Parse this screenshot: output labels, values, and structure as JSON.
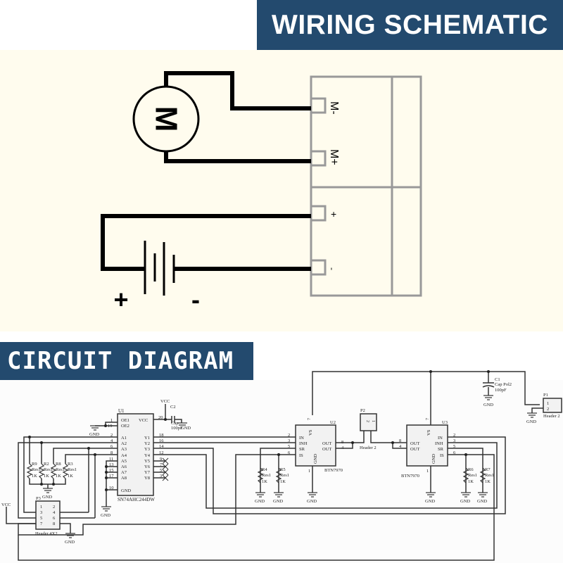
{
  "headers": {
    "wiring_title": "WIRING SCHEMATIC",
    "circuit_title": "CIRCUIT DIAGRAM"
  },
  "colors": {
    "banner": "#234a6e",
    "wiring_bg": "#fffcee",
    "wire": "#000000",
    "module_outline": "#999999"
  },
  "wiring": {
    "motor_label": "M",
    "terminals": [
      "M-",
      "M+",
      "+",
      "-"
    ],
    "battery_plus": "+",
    "battery_minus": "-"
  },
  "circuit": {
    "u1": {
      "ref": "U1",
      "part": "SN74AHC244DW",
      "left_pins": [
        {
          "num": "1",
          "name": "OE1"
        },
        {
          "num": "19",
          "name": "OE2"
        },
        {
          "num": "2",
          "name": "A1"
        },
        {
          "num": "4",
          "name": "A2"
        },
        {
          "num": "6",
          "name": "A3"
        },
        {
          "num": "8",
          "name": "A4"
        },
        {
          "num": "11",
          "name": "A5"
        },
        {
          "num": "13",
          "name": "A6"
        },
        {
          "num": "15",
          "name": "A7"
        },
        {
          "num": "17",
          "name": "A8"
        },
        {
          "num": "10",
          "name": "GND"
        }
      ],
      "right_pins": [
        {
          "num": "20",
          "name": "VCC"
        },
        {
          "num": "18",
          "name": "Y1"
        },
        {
          "num": "16",
          "name": "Y2"
        },
        {
          "num": "14",
          "name": "Y3"
        },
        {
          "num": "12",
          "name": "Y4"
        },
        {
          "num": "9",
          "name": "Y5"
        },
        {
          "num": "7",
          "name": "Y6"
        },
        {
          "num": "5",
          "name": "Y7"
        },
        {
          "num": "3",
          "name": "Y8"
        }
      ]
    },
    "c2": {
      "ref": "C2",
      "type": "Cap",
      "value": "100pF"
    },
    "c1": {
      "ref": "C1",
      "type": "Cap Pol2",
      "value": "100pF"
    },
    "resistors_left": [
      {
        "ref": "R9",
        "type": "Res1",
        "value": "1K"
      },
      {
        "ref": "R2",
        "type": "Res1",
        "value": "1K"
      },
      {
        "ref": "R8",
        "type": "Res1",
        "value": "1K"
      },
      {
        "ref": "R3",
        "type": "Res1",
        "value": "1K"
      }
    ],
    "u2": {
      "ref": "U2",
      "part": "BTN7970",
      "left_pins": [
        {
          "num": "2",
          "name": "IN"
        },
        {
          "num": "3",
          "name": "INH"
        },
        {
          "num": "5",
          "name": "SR"
        },
        {
          "num": "6",
          "name": "IS"
        }
      ],
      "out_pins": [
        {
          "num": "8",
          "name": "OUT"
        },
        {
          "num": "4",
          "name": "OUT"
        }
      ],
      "vs": {
        "num": "7",
        "name": "VS"
      },
      "gnd": {
        "num": "1",
        "name": "GND"
      },
      "resistors": [
        {
          "ref": "R4",
          "type": "Res1",
          "value": "1K"
        },
        {
          "ref": "R5",
          "type": "Res1",
          "value": "1K"
        }
      ]
    },
    "u3": {
      "ref": "U3",
      "part": "BTN7970",
      "right_pins": [
        {
          "num": "2",
          "name": "IN"
        },
        {
          "num": "3",
          "name": "INH"
        },
        {
          "num": "5",
          "name": "SR"
        },
        {
          "num": "6",
          "name": "IS"
        }
      ],
      "out_pins": [
        {
          "num": "8",
          "name": "OUT"
        },
        {
          "num": "4",
          "name": "OUT"
        }
      ],
      "vs": {
        "num": "7",
        "name": "VS"
      },
      "gnd": {
        "num": "1",
        "name": "GND"
      },
      "resistors": [
        {
          "ref": "R6",
          "type": "Res1",
          "value": "1K"
        },
        {
          "ref": "R7",
          "type": "Res1",
          "value": "1K"
        }
      ]
    },
    "p1": {
      "ref": "P1",
      "part": "Header 2",
      "pins": [
        "1",
        "2"
      ]
    },
    "p2": {
      "ref": "P2",
      "part": "Header 2",
      "pins": [
        "2",
        "1"
      ]
    },
    "p3": {
      "ref": "P3",
      "part": "Header 4X2",
      "pins": [
        "1",
        "2",
        "3",
        "4",
        "5",
        "6",
        "7",
        "8"
      ]
    },
    "net_labels": {
      "vcc": "VCC",
      "gnd": "GND"
    }
  }
}
